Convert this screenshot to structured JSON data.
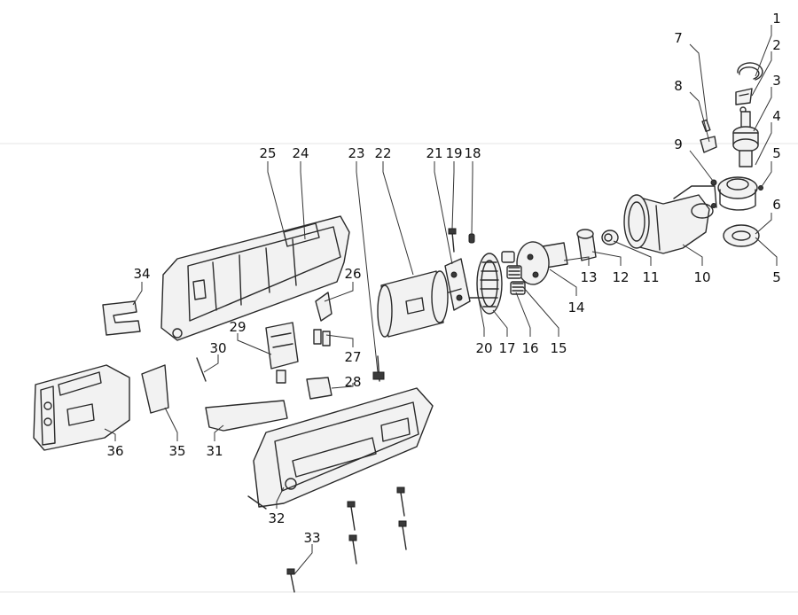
{
  "labels": [
    "1",
    "2",
    "3",
    "4",
    "5",
    "6",
    "5",
    "7",
    "8",
    "9",
    "10",
    "11",
    "12",
    "13",
    "14",
    "15",
    "16",
    "17",
    "18",
    "19",
    "20",
    "21",
    "22",
    "23",
    "24",
    "25",
    "26",
    "27",
    "28",
    "29",
    "30",
    "31",
    "32",
    "33",
    "34",
    "35",
    "36"
  ]
}
